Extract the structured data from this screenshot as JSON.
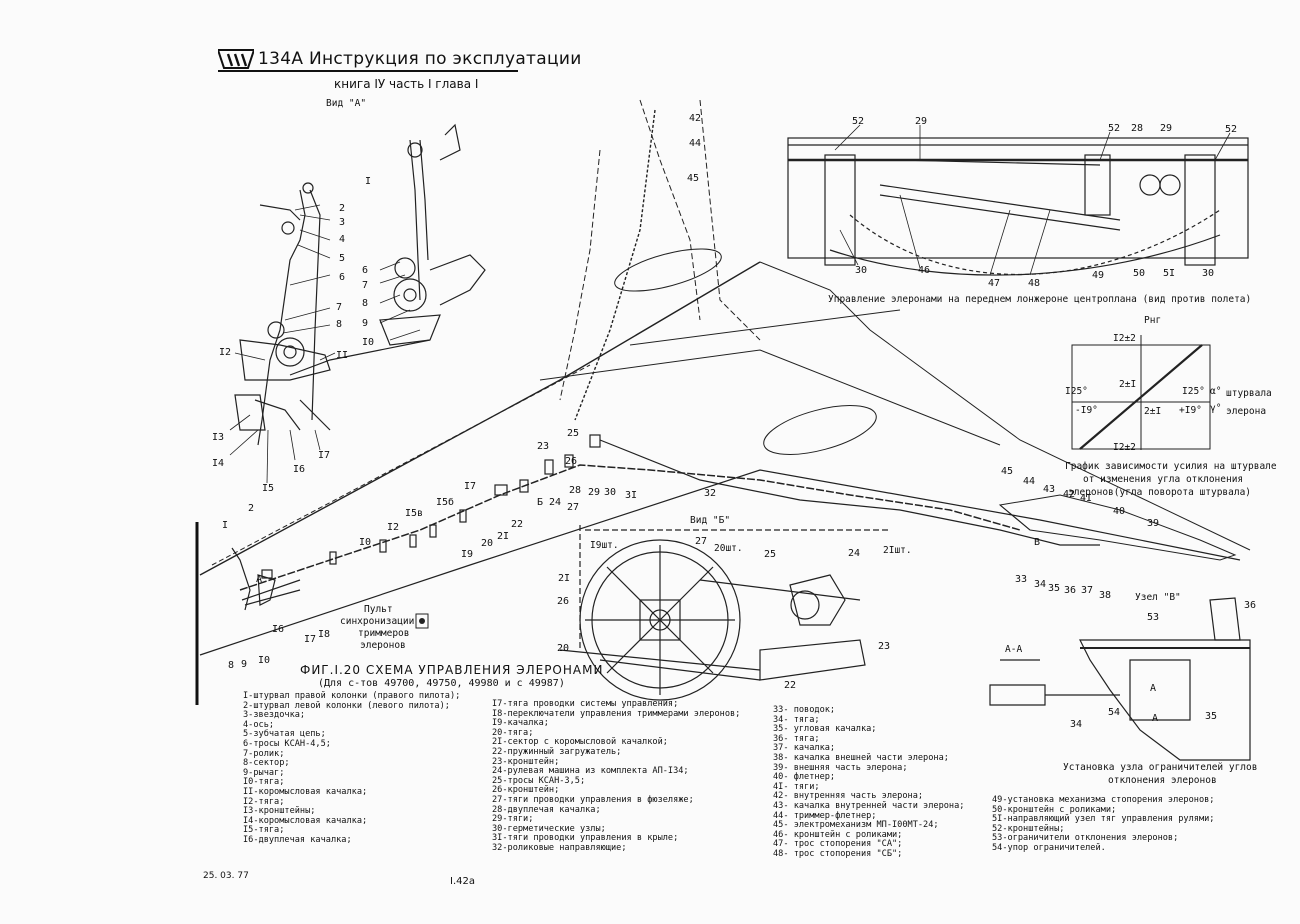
{
  "header": {
    "title": "134А  Инструкция по эксплуатации",
    "subtitle": "книга IУ часть I глава I"
  },
  "views": {
    "view_a": "Вид \"А\"",
    "view_b": "Вид \"Б\"",
    "node_v": "Узел \"В\"",
    "section_aa": "А-А"
  },
  "captions": {
    "spar": "Управление элеронами на переднем лонжероне центроплана (вид против полета)",
    "graph": [
      "График зависимости усилия на штурвале",
      "от изменения угла отклонения",
      "элеронов(угла поворота штурвала)"
    ],
    "limiter": [
      "Установка узла ограничителей углов",
      "отклонения элеронов"
    ],
    "trim_panel": [
      "Пульт",
      "синхронизации",
      "триммеров",
      "элеронов"
    ]
  },
  "graph": {
    "ylabel": "Рнг",
    "top": "I2±2",
    "bottom": "I2±2",
    "inner_top": "2±I",
    "inner_bottom": "2±I",
    "left_alpha": "I25°",
    "right_alpha": "I25°",
    "alpha_sym": "α°",
    "wheel": "штурвала",
    "left_delta": "-I9°",
    "right_delta": "+I9°",
    "delta_sym": "γ°",
    "aileron": "элерона"
  },
  "view_b_dims": [
    "I9шт.",
    "20шт.",
    "2Iшт."
  ],
  "figure": {
    "title": "ФИГ.I.20  СХЕМА  УПРАВЛЕНИЯ ЭЛЕРОНАМИ",
    "subtitle": "(Для с-тов 49700, 49750, 49980 и с 49987)"
  },
  "legend": {
    "col1": [
      "I-штурвал правой колонки (правого пилота);",
      "2-штурвал левой колонки (левого пилота);",
      "3-звездочка;",
      "4-ось;",
      "5-зубчатая цепь;",
      "6-тросы КСАН-4,5;",
      "7-ролик;",
      "8-сектор;",
      "9-рычаг;",
      "I0-тяга;",
      "II-коромысловая качалка;",
      "I2-тяга;",
      "I3-кронштейны;",
      "I4-коромысловая качалка;",
      "I5-тяга;",
      "I6-двуплечая качалка;"
    ],
    "col2": [
      "I7-тяга проводки системы управления;",
      "I8-переключатели управления триммерами элеронов;",
      "I9-качалка;",
      "20-тяга;",
      "2I-сектор с коромысловой качалкой;",
      "22-пружинный загружатель;",
      "23-кронштейн;",
      "24-рулевая машина из комплекта АП-I34;",
      "25-тросы КСАН-3,5;",
      "26-кронштейн;",
      "27-тяги проводки управления в фюзеляже;",
      "28-двуплечая качалка;",
      "29-тяги;",
      "30-герметические узлы;",
      "3I-тяги проводки управления в крыле;",
      "32-роликовые направляющие;"
    ],
    "col3": [
      "33- поводок;",
      "34- тяга;",
      "35- угловая качалка;",
      "36- тяга;",
      "37- качалка;",
      "38- качалка внешней части элерона;",
      "39- внешняя часть элерона;",
      "40- флетнер;",
      "4I- тяги;",
      "42- внутренняя часть элерона;",
      "43- качалка внутренней части элерона;",
      "44- триммер-флетнер;",
      "45- электромеханизм МП-I00МТ-24;",
      "46- кронштейн с роликами;",
      "47- трос стопорения \"СА\";",
      "48- трос стопорения \"СБ\";"
    ],
    "col4": [
      "49-установка механизма стопорения элеронов;",
      "50-кронштейн с роликами;",
      "5I-направляющий узел тяг управления рулями;",
      "52-кронштейны;",
      "53-ограничители отклонения элеронов;",
      "54-упор ограничителей."
    ]
  },
  "footer": {
    "date": "25. 03. 77",
    "page": "I.42а"
  }
}
